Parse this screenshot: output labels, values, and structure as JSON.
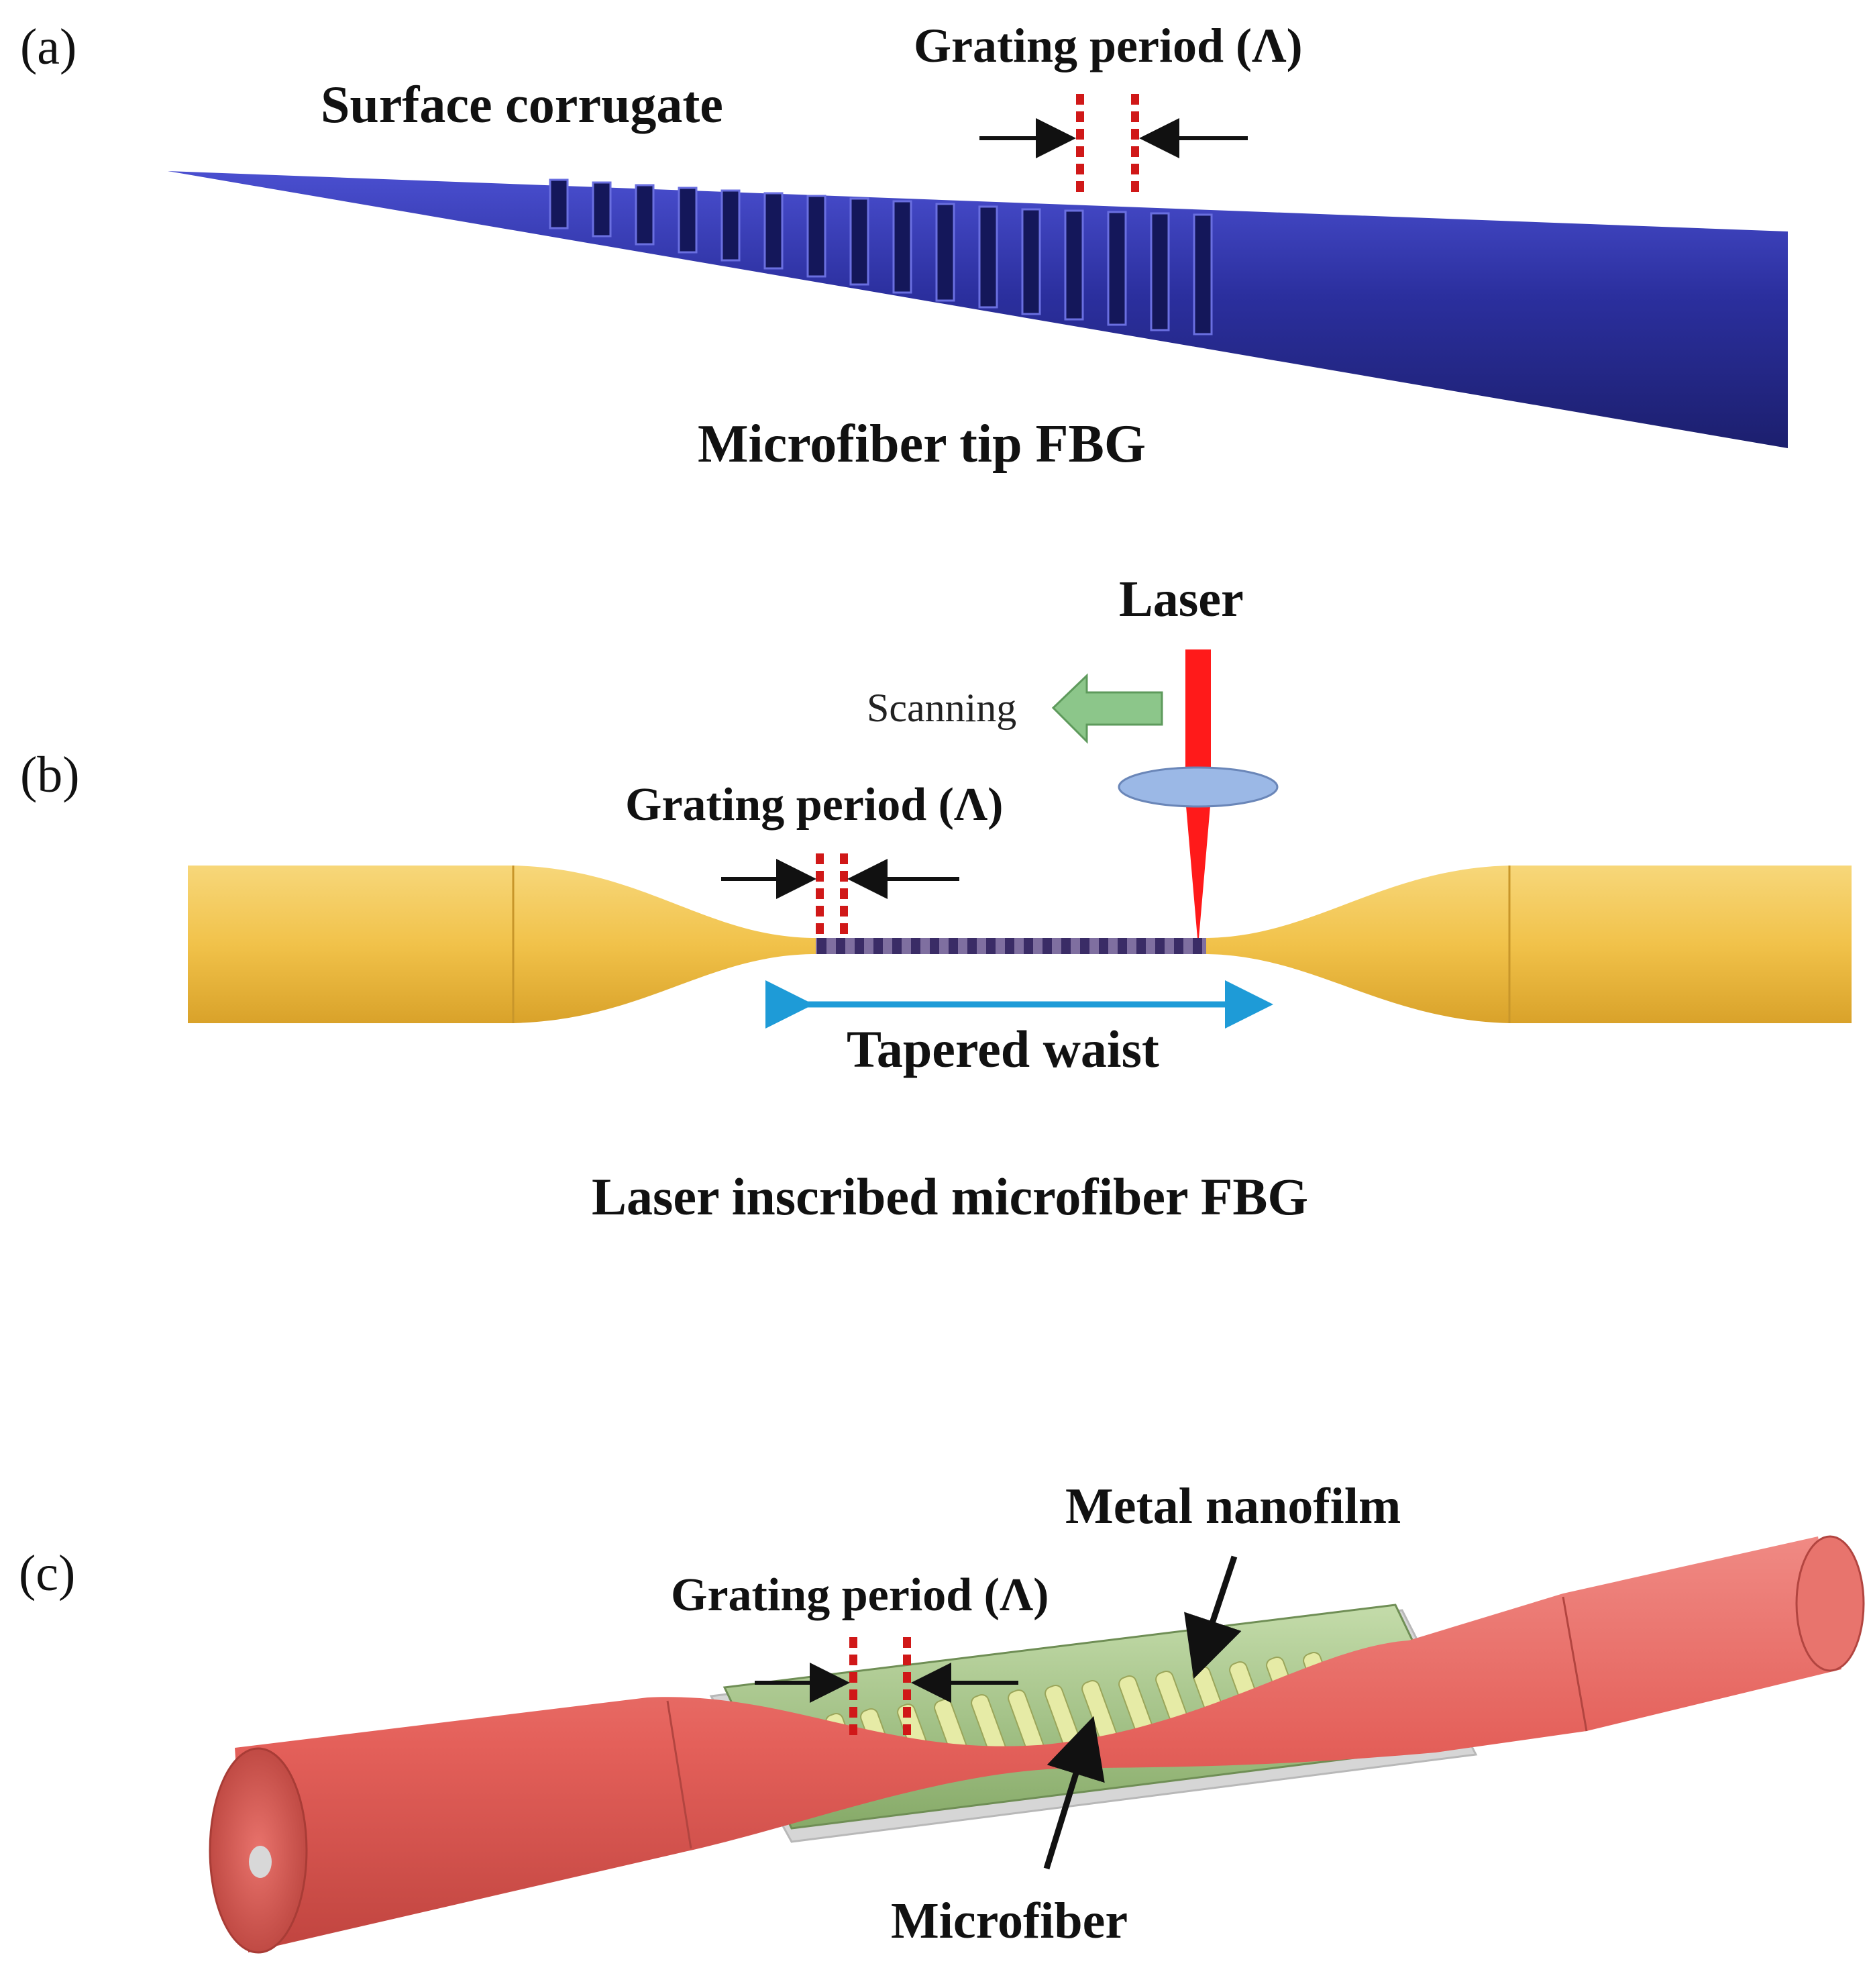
{
  "panels": {
    "a": {
      "label": "(a)",
      "surface_label": "Surface corrugate",
      "period_label": "Grating period (Λ)",
      "caption": "Microfiber tip FBG"
    },
    "b": {
      "label": "(b)",
      "laser_label": "Laser",
      "scanning_label": "Scanning",
      "period_label": "Grating period (Λ)",
      "waist_label": "Tapered waist",
      "caption": "Laser inscribed microfiber FBG"
    },
    "c": {
      "label": "(c)",
      "nanofilm_label": "Metal nanofilm",
      "period_label": "Grating period (Λ)",
      "microfiber_label": "Microfiber"
    }
  },
  "colors": {
    "tip_fiber": "#2b2f9e",
    "gold_fiber": "#f1c24a",
    "red_fiber": "#e4605a",
    "laser": "#ff1a1a",
    "lens": "#9bb8e6",
    "scan_arrow": "#8cc68a",
    "waist_arrow": "#1e9bd7",
    "period_marker": "#d01818",
    "nanofilm": "#a8c88a"
  }
}
